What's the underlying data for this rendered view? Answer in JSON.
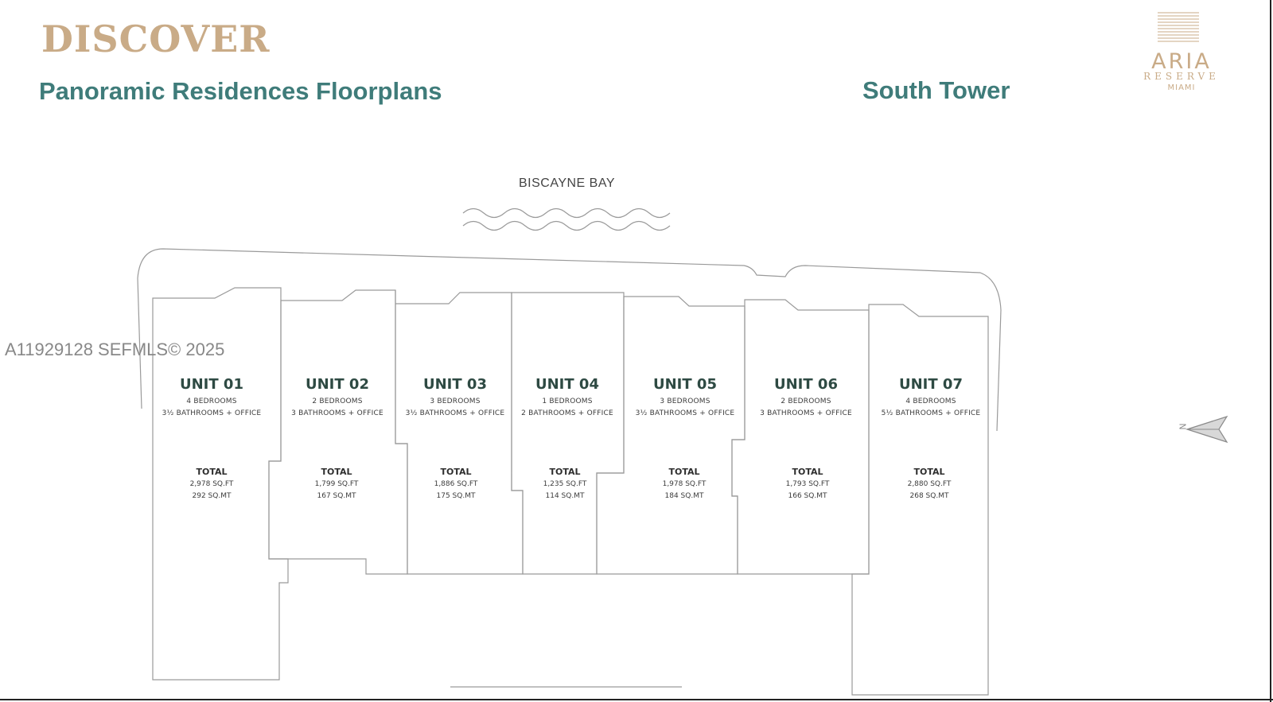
{
  "header": {
    "discover": "DISCOVER",
    "subtitle": "Panoramic Residences Floorplans",
    "tower": "South Tower"
  },
  "logo": {
    "name": "ARIA",
    "reserve": "RESERVE",
    "city": "MIAMI"
  },
  "bay_label": "BISCAYNE BAY",
  "watermark": "A11929128  SEFMLS© 2025",
  "compass_label": "N",
  "colors": {
    "gold": "#c9ab87",
    "teal": "#3f7c7a",
    "unit_title": "#2e4a43",
    "plan_line": "#9a9a9a"
  },
  "units": [
    {
      "title": "UNIT 01",
      "bedrooms": "4 BEDROOMS",
      "bathrooms": "3½ BATHROOMS + OFFICE",
      "total_label": "TOTAL",
      "sqft": "2,978 SQ.FT",
      "sqmt": "292 SQ.MT"
    },
    {
      "title": "UNIT 02",
      "bedrooms": "2 BEDROOMS",
      "bathrooms": "3 BATHROOMS + OFFICE",
      "total_label": "TOTAL",
      "sqft": "1,799 SQ.FT",
      "sqmt": "167 SQ.MT"
    },
    {
      "title": "UNIT 03",
      "bedrooms": "3 BEDROOMS",
      "bathrooms": "3½ BATHROOMS + OFFICE",
      "total_label": "TOTAL",
      "sqft": "1,886 SQ.FT",
      "sqmt": "175 SQ.MT"
    },
    {
      "title": "UNIT 04",
      "bedrooms": "1 BEDROOMS",
      "bathrooms": "2 BATHROOMS + OFFICE",
      "total_label": "TOTAL",
      "sqft": "1,235 SQ.FT",
      "sqmt": "114 SQ.MT"
    },
    {
      "title": "UNIT 05",
      "bedrooms": "3 BEDROOMS",
      "bathrooms": "3½ BATHROOMS  + OFFICE",
      "total_label": "TOTAL",
      "sqft": "1,978 SQ.FT",
      "sqmt": "184 SQ.MT"
    },
    {
      "title": "UNIT 06",
      "bedrooms": "2 BEDROOMS",
      "bathrooms": "3 BATHROOMS + OFFICE",
      "total_label": "TOTAL",
      "sqft": "1,793 SQ.FT",
      "sqmt": "166 SQ.MT"
    },
    {
      "title": "UNIT 07",
      "bedrooms": "4 BEDROOMS",
      "bathrooms": "5½ BATHROOMS + OFFICE",
      "total_label": "TOTAL",
      "sqft": "2,880 SQ.FT",
      "sqmt": "268 SQ.MT"
    }
  ]
}
